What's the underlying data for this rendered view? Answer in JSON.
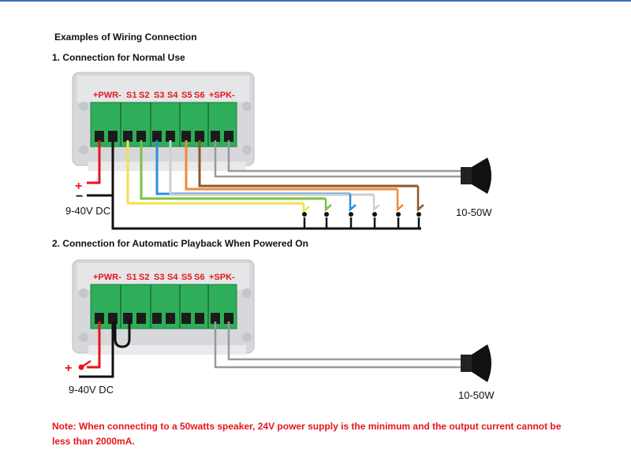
{
  "heading": "Examples of Wiring Connection",
  "section1": {
    "title": "1. Connection for Normal Use",
    "terminal_labels": [
      "+PWR-",
      "S1",
      "S2",
      "S3",
      "S4",
      "S5",
      "S6",
      "+SPK-"
    ],
    "power_label": "9-40V DC",
    "speaker_label": "10-50W",
    "plus_sign": "+",
    "minus_sign": "−"
  },
  "section2": {
    "title": "2. Connection for Automatic Playback When Powered On",
    "terminal_labels": [
      "+PWR-",
      "S1",
      "S2",
      "S3",
      "S4",
      "S5",
      "S6",
      "+SPK-"
    ],
    "power_label": "9-40V DC",
    "speaker_label": "10-50W",
    "plus_sign": "+"
  },
  "note": "Note: When connecting to a 50watts speaker, 24V power supply is the minimum and the output current cannot be less than 2000mA.",
  "colors": {
    "terminal_green": "#2fae5a",
    "label_red": "#e8141b",
    "wire_yellow": "#f2e14b",
    "wire_green": "#7cc243",
    "wire_blue": "#2b8fd8",
    "wire_white": "#cfcfcf",
    "wire_orange": "#f08a35",
    "wire_brown": "#8a5a2b",
    "wire_black": "#111111",
    "wire_gray": "#9a9a9a"
  },
  "icons": [
    "speaker-icon",
    "switch-icon",
    "power-plus-icon"
  ]
}
